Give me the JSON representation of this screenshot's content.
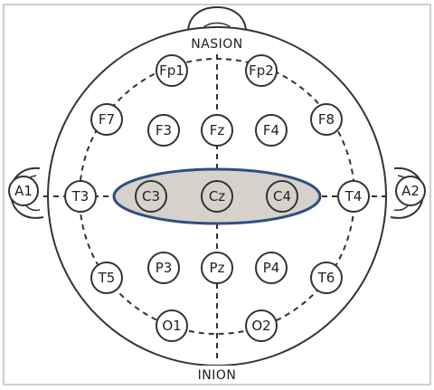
{
  "landmarks": {
    "top": "NASION",
    "bottom": "INION"
  },
  "ears": {
    "left": "A1",
    "right": "A2"
  },
  "electrodes": [
    {
      "id": "Fp1",
      "label": "Fp1"
    },
    {
      "id": "Fp2",
      "label": "Fp2"
    },
    {
      "id": "F7",
      "label": "F7"
    },
    {
      "id": "F3",
      "label": "F3"
    },
    {
      "id": "Fz",
      "label": "Fz"
    },
    {
      "id": "F4",
      "label": "F4"
    },
    {
      "id": "F8",
      "label": "F8"
    },
    {
      "id": "T3",
      "label": "T3"
    },
    {
      "id": "C3",
      "label": "C3"
    },
    {
      "id": "Cz",
      "label": "Cz"
    },
    {
      "id": "C4",
      "label": "C4"
    },
    {
      "id": "T4",
      "label": "T4"
    },
    {
      "id": "T5",
      "label": "T5"
    },
    {
      "id": "P3",
      "label": "P3"
    },
    {
      "id": "Pz",
      "label": "Pz"
    },
    {
      "id": "P4",
      "label": "P4"
    },
    {
      "id": "T6",
      "label": "T6"
    },
    {
      "id": "O1",
      "label": "O1"
    },
    {
      "id": "O2",
      "label": "O2"
    }
  ],
  "highlight": {
    "covers": [
      "C3",
      "Cz",
      "C4"
    ],
    "fill_color": "#d6d1ca",
    "stroke_color": "#2f4f7f"
  }
}
